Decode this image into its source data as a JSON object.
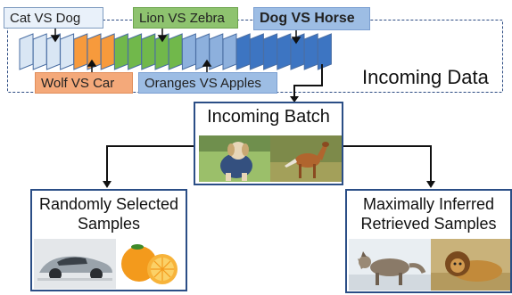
{
  "labels": {
    "cat_vs_dog": "Cat VS Dog",
    "lion_vs_zebra": "Lion VS Zebra",
    "dog_vs_horse": "Dog VS Horse",
    "wolf_vs_car": "Wolf VS Car",
    "oranges_vs_apples": "Oranges VS Apples",
    "incoming_data": "Incoming Data"
  },
  "boxes": {
    "incoming_batch": "Incoming Batch",
    "random_line1": "Randomly Selected",
    "random_line2": "Samples",
    "mir_line1": "Maximally Inferred",
    "mir_line2": "Retrieved Samples"
  },
  "colors": {
    "cat_dog": "#d9e6f4",
    "wolf_car": "#f79a3c",
    "lion_zebra": "#71b84b",
    "oranges_apples": "#8db0dd",
    "dog_horse": "#3d75c2",
    "border": "#2b4e86"
  }
}
